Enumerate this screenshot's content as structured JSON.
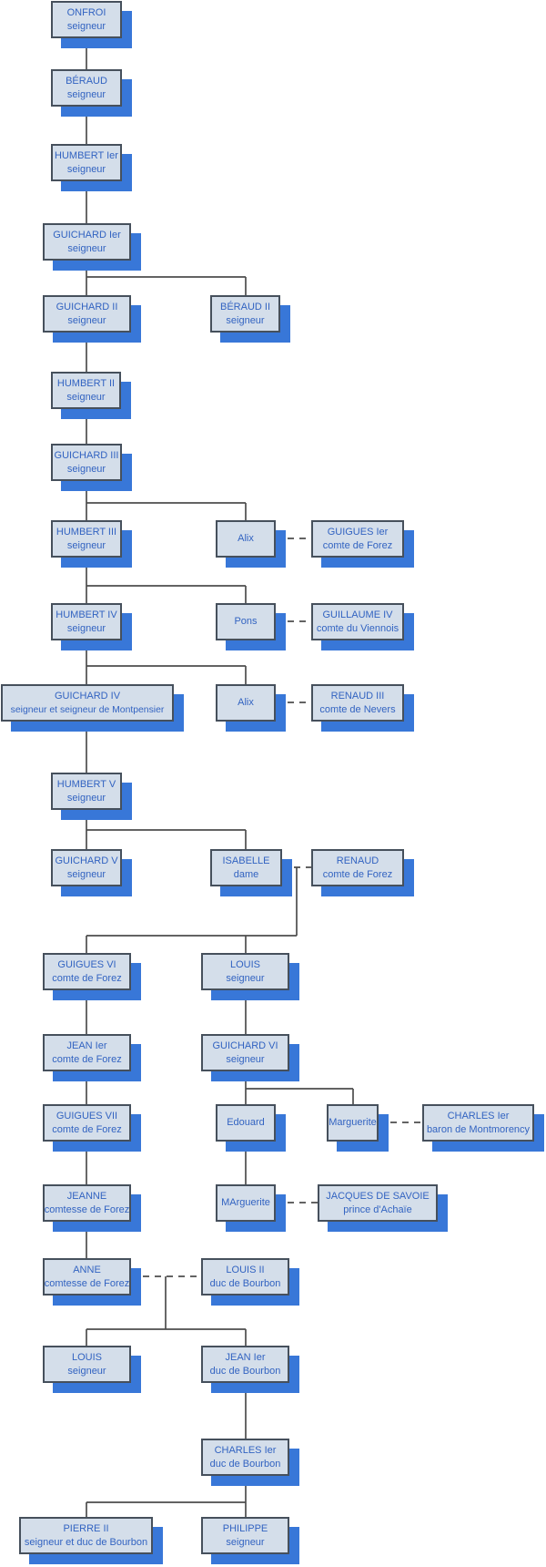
{
  "diagram": {
    "type": "family-tree",
    "colors": {
      "background": "#ffffff",
      "box_fill": "#d4deea",
      "box_border": "#46505c",
      "box_shadow": "#3877d8",
      "text": "#3263c1",
      "line": "#4d4d4d"
    },
    "nodes": [
      {
        "id": "onfroi",
        "name": "ONFROI",
        "title": "seigneur"
      },
      {
        "id": "beraud",
        "name": "BÉRAUD",
        "title": "seigneur"
      },
      {
        "id": "humbert1",
        "name": "HUMBERT Ier",
        "title": "seigneur"
      },
      {
        "id": "guichard1",
        "name": "GUICHARD Ier",
        "title": "seigneur"
      },
      {
        "id": "guichard2",
        "name": "GUICHARD II",
        "title": "seigneur"
      },
      {
        "id": "beraud2",
        "name": "BÉRAUD II",
        "title": "seigneur"
      },
      {
        "id": "humbert2",
        "name": "HUMBERT II",
        "title": "seigneur"
      },
      {
        "id": "guichard3",
        "name": "GUICHARD III",
        "title": "seigneur"
      },
      {
        "id": "humbert3",
        "name": "HUMBERT III",
        "title": "seigneur"
      },
      {
        "id": "alix1",
        "name": "Alix",
        "title": ""
      },
      {
        "id": "guigues1",
        "name": "GUIGUES Ier",
        "title": "comte de Forez"
      },
      {
        "id": "humbert4",
        "name": "HUMBERT IV",
        "title": "seigneur"
      },
      {
        "id": "pons",
        "name": "Pons",
        "title": ""
      },
      {
        "id": "guillaume4",
        "name": "GUILLAUME IV",
        "title": "comte du Viennois"
      },
      {
        "id": "guichard4",
        "name": "GUICHARD IV",
        "title": "seigneur et seigneur de Montpensier"
      },
      {
        "id": "alix2",
        "name": "Alix",
        "title": ""
      },
      {
        "id": "renaud3",
        "name": "RENAUD III",
        "title": "comte de Nevers"
      },
      {
        "id": "humbert5",
        "name": "HUMBERT V",
        "title": "seigneur"
      },
      {
        "id": "guichard5",
        "name": "GUICHARD V",
        "title": "seigneur"
      },
      {
        "id": "isabelle",
        "name": "ISABELLE",
        "title": "dame"
      },
      {
        "id": "renaud",
        "name": "RENAUD",
        "title": "comte de Forez"
      },
      {
        "id": "guigues6",
        "name": "GUIGUES VI",
        "title": "comte de Forez"
      },
      {
        "id": "louis1",
        "name": "LOUIS",
        "title": "seigneur"
      },
      {
        "id": "jean1forez",
        "name": "JEAN Ier",
        "title": "comte de Forez"
      },
      {
        "id": "guichard6",
        "name": "GUICHARD VI",
        "title": "seigneur"
      },
      {
        "id": "guigues7",
        "name": "GUIGUES VII",
        "title": "comte de Forez"
      },
      {
        "id": "edouard",
        "name": "Edouard",
        "title": ""
      },
      {
        "id": "marguerite1",
        "name": "Marguerite",
        "title": ""
      },
      {
        "id": "charles_mont",
        "name": "CHARLES Ier",
        "title": "baron de Montmorency"
      },
      {
        "id": "jeanne",
        "name": "JEANNE",
        "title": "comtesse de Forez"
      },
      {
        "id": "marguerite2",
        "name": "MArguerite",
        "title": ""
      },
      {
        "id": "jacques",
        "name": "JACQUES DE SAVOIE",
        "title": "prince d'Achaïe"
      },
      {
        "id": "anne",
        "name": "ANNE",
        "title": "comtesse de Forez"
      },
      {
        "id": "louis2",
        "name": "LOUIS II",
        "title": "duc de Bourbon"
      },
      {
        "id": "louis_sgr",
        "name": "LOUIS",
        "title": "seigneur"
      },
      {
        "id": "jean1bourbon",
        "name": "JEAN Ier",
        "title": "duc de Bourbon"
      },
      {
        "id": "charles1bourbon",
        "name": "CHARLES Ier",
        "title": "duc de Bourbon"
      },
      {
        "id": "pierre2",
        "name": "PIERRE II",
        "title": "seigneur et duc de Bourbon"
      },
      {
        "id": "philippe",
        "name": "PHILIPPE",
        "title": "seigneur"
      }
    ],
    "edges": {
      "parent_child": [
        [
          "onfroi",
          "beraud"
        ],
        [
          "beraud",
          "humbert1"
        ],
        [
          "humbert1",
          "guichard1"
        ],
        [
          "guichard1",
          "guichard2"
        ],
        [
          "guichard1",
          "beraud2"
        ],
        [
          "guichard2",
          "humbert2"
        ],
        [
          "humbert2",
          "guichard3"
        ],
        [
          "guichard3",
          "humbert3"
        ],
        [
          "guichard3",
          "alix1"
        ],
        [
          "humbert3",
          "humbert4"
        ],
        [
          "humbert3",
          "pons"
        ],
        [
          "humbert4",
          "guichard4"
        ],
        [
          "humbert4",
          "alix2"
        ],
        [
          "guichard4",
          "humbert5"
        ],
        [
          "humbert5",
          "guichard5"
        ],
        [
          "humbert5",
          "isabelle"
        ],
        [
          "isabelle+renaud",
          "guigues6"
        ],
        [
          "isabelle+renaud",
          "louis1"
        ],
        [
          "guigues6",
          "jean1forez"
        ],
        [
          "jean1forez",
          "guigues7"
        ],
        [
          "guigues7",
          "jeanne"
        ],
        [
          "jeanne",
          "anne"
        ],
        [
          "louis1",
          "guichard6"
        ],
        [
          "guichard6",
          "edouard"
        ],
        [
          "guichard6",
          "marguerite1"
        ],
        [
          "edouard",
          "marguerite2"
        ],
        [
          "anne+louis2",
          "louis_sgr"
        ],
        [
          "anne+louis2",
          "jean1bourbon"
        ],
        [
          "jean1bourbon",
          "charles1bourbon"
        ],
        [
          "charles1bourbon",
          "pierre2"
        ],
        [
          "charles1bourbon",
          "philippe"
        ]
      ],
      "marriages": [
        [
          "alix1",
          "guigues1"
        ],
        [
          "pons",
          "guillaume4"
        ],
        [
          "alix2",
          "renaud3"
        ],
        [
          "isabelle",
          "renaud"
        ],
        [
          "marguerite1",
          "charles_mont"
        ],
        [
          "marguerite2",
          "jacques"
        ],
        [
          "anne",
          "louis2"
        ]
      ]
    }
  }
}
